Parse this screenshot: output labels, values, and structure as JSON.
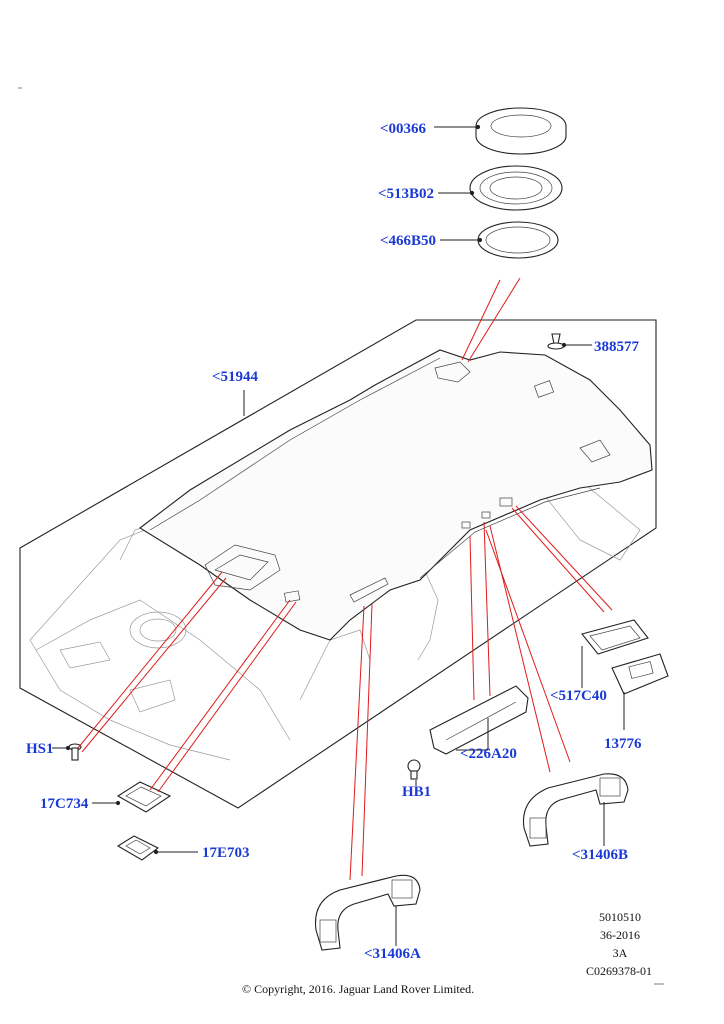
{
  "parts": [
    {
      "id": "00366",
      "label": "<00366"
    },
    {
      "id": "513B02",
      "label": "<513B02"
    },
    {
      "id": "466B50",
      "label": "<466B50"
    },
    {
      "id": "51944",
      "label": "<51944"
    },
    {
      "id": "388577",
      "label": "388577"
    },
    {
      "id": "HS1",
      "label": "HS1"
    },
    {
      "id": "17C734",
      "label": "17C734"
    },
    {
      "id": "17E703",
      "label": "17E703"
    },
    {
      "id": "517C40",
      "label": "<517C40"
    },
    {
      "id": "13776",
      "label": "13776"
    },
    {
      "id": "226A20",
      "label": "<226A20"
    },
    {
      "id": "HB1",
      "label": "HB1"
    },
    {
      "id": "31406B",
      "label": "<31406B"
    },
    {
      "id": "31406A",
      "label": "<31406A"
    }
  ],
  "reference": [
    "5010510",
    "36-2016",
    "3A",
    "C0269378-01"
  ],
  "copyright": "© Copyright, 2016. Jaguar Land Rover Limited.",
  "colors": {
    "label": "#1a3ad6",
    "leader_red": "#e01b1b",
    "line": "#222222"
  }
}
